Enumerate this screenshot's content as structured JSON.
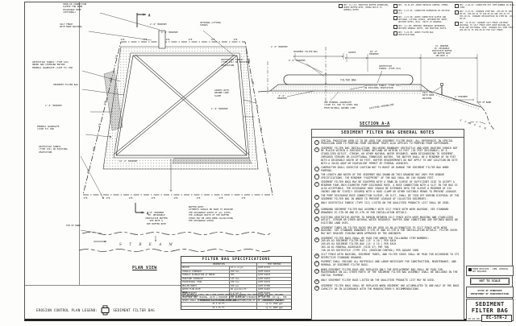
{
  "colors": {
    "line": "#3d3d3d",
    "text": "#1f1f1f",
    "paper": "#fdfdfc"
  },
  "revisions": {
    "col1": [
      "REV. 8-1-12: MODIFIED BUFFER DIMENSION, ADDED BUFFER NOTE, MINOR EDITS TO GENERAL NOTES."
    ],
    "col2": [
      "REV. 10-26-09: ADDED EROSION CONTROL SYMBOL.",
      "REV. 5-27-04: CORRECTED DIMENSION IN SECTION A-A.",
      "REV. 4-15-08: ADDED CONNECTION SLEEVE AND OPTIONAL LIFTING STRAPS, REFORMATTED SHEET, REVISED NOTES, MISC. EDITS TO DRAWING.",
      "REV. 4-1-08: REMOVED TEMPORARY REFERENCE, REVISED GENERAL NOTES, AND DRAFTING EDITS.",
      "REV. 5-24-05: ADDED FILTER BAG SPECIFICATIONS."
    ],
    "col3": [
      "REV. 2-28-01: CORRECTED PAY ITEM NUMBER IN PLAN VIEW.",
      "REV. 9-27-01: CHANGED ITEM NOS. 209-08 TO 209-08.03, 209-08.10 TO 209-08.04 AND 303-01 TO 303-10.01. CHANGED DESCRIPTION IN ITEM NO. 209-08.03.",
      "REV. 12-18-02: CHANGED SILT FENCE (WITHOUT BACKING) TO SILT FENCE WITH WIRE BACKING IN PLAN AND SECTIONAL VIEW. CHANGED PAY ITEM FROM 209-08.01 TO 209-08.02 FOR SILT FENCE."
    ]
  },
  "plan": {
    "title": "PLAN VIEW",
    "fence_label": "SFB",
    "stream_label": "S T R E A M",
    "labels": {
      "sewn_sleeve": "SEWN-IN CONNECTION\nSLEEVE FOR PUMP\nDISCHARGE HOSE\n(OPTIONAL)",
      "silt_fence": "SILT FENCE\nWITH WIRE BACKING",
      "geotextile_pad": "GEOTEXTILE FABRIC (TYPE III)\nUNDER AND COVERING ENTIRE\nMINERAL AGGREGATE (SIZE 57) PAD",
      "sediment_filter_bag": "SEDIMENT FILTER BAG",
      "dim_2ft_left": "2'-0\" MINIMUM",
      "mineral_aggregate": "MINERAL AGGREGATE\n(SIZE 57) PAD",
      "geotextile_vegetation": "GEOTEXTILE FABRIC\n(TYPE III) OR EXISTING\nVEGETATION",
      "optional_straps": "OPTIONAL LIFTING\nSTRAPS",
      "dim_2ft_top": "2'-0\" MINIMUM",
      "dim_6in_top": "0'-6\" MINIMUM",
      "varies_slope": "VARIES WITH\nGROUND LINE\nSLOPE",
      "dim_2ft_right": "2'-0\" MINIMUM",
      "dim_10ft": "10'-0\" MINIMUM",
      "buffer_dim": "15' MINIMUM\n30' DESIRABLE\nVEGETATIVE BUFFER\nSEE NOTE ②\nSEE BUFFER NOTE",
      "buffer_note": "BUFFER NOTE:\nATTEMPTS SHOULD BE MADE TO PROVIDE\nTHE DESIRABLE WIDTH AT ALL SITES.\nTHE AVERAGE WIDTH OF THE BUFFER\nSTRIP MAY BE USED WHEN CALCULATING\nTHE DESIRABLE WIDTH.",
      "top_of_bank": "TOP OF BANK",
      "section_marker": "A"
    }
  },
  "section": {
    "title": "SECTION A-A",
    "bag_label": "FILTER BAG",
    "stream_label": "S T R E A M",
    "labels": {
      "dim_2ft_left": "2'-0\" MINIMUM",
      "bag_dim": "SEDIMENT FILTER BAG",
      "dim_6in_top": "0'-6\" MINIMUM",
      "geotextile_vegetation_left": "GEOTEXTILE FABRIC\n(TYPE III) OR EXISTING\nVEGETATION",
      "dim_6in_low": "0'-6\"\nMINIMUM",
      "varies": "VARIES",
      "dim_10ft": "10'-0\"\nMINIMUM",
      "buffer_dim": "15' MINIMUM\n30' DESIRABLE\nVEGETATIVE BUFFER\nSEE BUFFER NOTE\nSEE NOTE ②",
      "geotextile_fabric": "GEOTEXTILE\nFABRIC (TYPE III)",
      "geotextile_vegetation_right": "GEOTEXTILE FABRIC (TYPE III)\nOR EXISTING VEGETATION",
      "silt_fence": "SILT FENCE\nWITH WIRE\nBACKING",
      "dim_2ft_right": "2' MINIMUM",
      "top_of_bank": "TOP OF BANK",
      "use_aggregate": "USE MINERAL AGGREGATE\n(SIZE 57) PAD TO LEVEL BAG\nFROM NATURAL GROUND LINE",
      "existing_groundline": "EXISTING GROUNDLINE"
    }
  },
  "general_notes": {
    "title": "SEDIMENT FILTER BAG GENERAL NOTES",
    "notes": [
      {
        "num": "1",
        "text": "SPECIAL PROVISION 209B IS TO BE USED FOR SEDIMENT FILTER BAGS. ALL REFERENCES IN SPECIAL PROVISION 209B TO PUMPING FROM SEDIMENT TRAPS ALSO APPLIES TO PUMPING FROM COFFERDAMS."
      },
      {
        "num": "2",
        "text": "SEDIMENT FILTER BAG INSTALLATION, INCLUDING BOUNDARY GEOTEXTILE AND WIRE BACKING SHOULD NOT BE PLACED WITHIN A JURISDICTIONAL WETLAND OR WITHIN 15 FEET (30 FEET DESIRABLE) OF A STABILIZED OUTLET, STREAM, OR OTHER NATURAL WATER RESOURCE. WHEN DISCHARGING TO SEDIMENT-IMPAIRED STREAMS OR EXCEPTIONAL TENNESSEE WATERS, THE BUFFER SHALL BE A MINIMUM OF 30 FEET WITH A DESIRABLE WIDTH OF 60 FEET. BUFFER REQUIREMENTS DO NOT APPLY TO ANY LOCATION ON SITE WITH A VALID ARAP OR EQUIVALENT PERMIT BY FEDERAL AGENCIES."
      },
      {
        "num": "3",
        "text": "CONTRACTOR SHALL EXERCISE CAUTION NOT TO BURST OR DAMAGE THE SEDIMENT FILTER BAG WHEN PUMPING."
      },
      {
        "num": "4",
        "text": "THE LENGTH AND WIDTH OF THE SEDIMENT BAG SHOWN ON THIS DRAWING MAY VARY PER VENDOR SPECIFICATIONS. THE MINIMUM \"FOOTPRINT\" OF THE BAG SHALL BE 150 SQUARE FEET."
      },
      {
        "num": "5",
        "text": "SEDIMENT FILTER BAGS MAY BE EQUIPPED WITH A SEWN-IN SLEEVE OF SUFFICIENT SIZE TO ACCEPT A MINIMUM FOUR-INCH DIAMETER PUMP DISCHARGE HOSE. A HOSE CONNECTION WITH A SLIT IN THE BAG IS ALSO ACCEPTABLE. THE DISCHARGE HOSE SHOULD BE EXTENDED INTO THE SLEEVE A MINIMUM OF SIX INCHES AND BE TIGHTLY SECURED WITH A HOSE CLAMP OR OTHER SUITABLE MEANS TO PREVENT LEAKAGE."
      },
      {
        "num": "6",
        "text": "THE PUMP DISCHARGE HOSE CONNECTION SLEEVE, OR SLIT, SHALL BE TIED OFF DURING DISPOSAL OF THE SEDIMENT FILTER BAG IN ORDER TO PREVENT LEAKAGE OF COLLECTED SEDIMENTS."
      },
      {
        "num": "7",
        "text": "ONLY GEOTEXTILE FABRIC (TYPE III) LISTED ON THE QUALIFIED PRODUCTS LIST SHALL BE USED."
      },
      {
        "num": "8",
        "text": "SURROUND SEDIMENT FILTER BAG ASSEMBLY WITH SILT FENCE WITH WIRE BACKING. SEE STANDARD DRAWINGS EC-STR-3B AND EC-STR-3E FOR INSTALLATION DETAILS."
      },
      {
        "num": "9",
        "text": "EXISTING VEGETATIVE BUFFER TO REMAIN BETWEEN SILT FENCE WITH WIRE BACKING AND STABILIZED OUTLET, STREAM OR OTHER NATURAL WATER RESOURCE. BUFFER ZONE CONDITIONS ARE DEFINED BASED ON EXISTING LAND USES."
      },
      {
        "num": "10",
        "text": "SEDIMENT TUBES OR FILTER SOCKS MAY BE USED AS AN ALTERNATIVE TO SILT FENCE WITH WIRE BACKING. SEE STANDARD DRAWINGS E-STR-3T AND EC-STR-8 FOR INSTALLATION DETAILS. FILTER SOCKS MAY NOT REQUIRE STAKING WHEN APPROVED BY THE ENGINEER."
      },
      {
        "num": "11",
        "text": "SEDIMENT FILTER BAGS SHALL BE PAID FOR UNDER THE FOLLOWING ITEM NUMBERS:\n209-09.03   SEDIMENT FILTER BAG (15' X 10') PER EACH\n209-09.04   SEDIMENT FILTER BAG (15' X 15') PER EACH\n303-10.01   MINERAL AGGREGATE (SIZE 57) PER TON\n740-10.03   GEOTEXTILE (TYPE III) (EROSION CONTROL) PER SQUARE YARD"
      },
      {
        "num": "12",
        "text": "SILT FENCE WITH BACKING, SEDIMENT TUBES, AND FILTER SOCKS SHALL BE PAID FOR ACCORDING TO ITS RESPECTIVE STANDARD DRAWING."
      },
      {
        "num": "13",
        "text": "PAYMENT SHALL INCLUDE ALL MATERIALS AND LABOR NECESSARY FOR CONSTRUCTION, MAINTENANCE, AND REMOVAL OF SEDIMENT FILTER BAGS."
      },
      {
        "num": "14",
        "text": "WHEN SEDIMENT FILTER BAGS ARE REPLACED ONLY THE REPLACEMENT BAG SHALL BE PAID FOR. MAINTENANCE ON ALL OTHER PARTS OF THE SEDIMENT FILTER BAG ASSEMBLY SHALL BE INCLUDED IN THE INITIAL PAYMENT."
      },
      {
        "num": "15",
        "text": "ONLY SEDIMENT FILTER BAGS LISTED ON THE QUALIFIED PRODUCTS LIST MAY BE USED."
      },
      {
        "num": "16",
        "text": "SEDIMENT FILTER BAGS SHALL BE REPLACED WHEN SEDIMENT HAS ACCUMULATED TO ONE-HALF OF THE BAGS CAPACITY OR IN ACCORDANCE WITH THE MANUFACTURER'S RECOMMENDATIONS."
      }
    ]
  },
  "spec_table": {
    "title": "FILTER BAG SPECIFICATIONS",
    "col_properties": "PROPERTIES",
    "col_test_method": "TEST METHOD",
    "rows": [
      {
        "property": "WEIGHT",
        "value": "10.5 oz/yd.",
        "method": "ASTM D3776"
      },
      {
        "property": "TENSILE STRENGTH",
        "value": "250 lbs.",
        "method": "ASTM D4632"
      },
      {
        "property": "TENSILE ELONGATION AT BREAK",
        "value": "50%",
        "method": "ASTM D4632"
      },
      {
        "property": "PUNCTURE STRENGTH",
        "value": "135 lbs.",
        "method": "ASTM D4833"
      },
      {
        "property": "TRAPEZOIDAL TEAR",
        "value": "100 lbs.",
        "method": "ASTM D4533"
      },
      {
        "property": "MULLEN BURST",
        "value": "350 psi",
        "method": "ASTM D3786"
      },
      {
        "property": "WATER FLOW RATE",
        "value": "80 gal/min/ft²",
        "method": "ASTM D4491"
      },
      {
        "property": "PERMITTIVITY",
        "value": "1.2 sec-1",
        "method": "ASTM D4491"
      },
      {
        "property": "UV RESISTANCE",
        "value": "70% @ 500 hrs.",
        "method": "ASTM D4355"
      }
    ],
    "dims_header_left": "STANDARD BAG MINIMUM DIMENSIONS",
    "dims_header_right": "MAXIMUM FLOW RATE",
    "dims_rows": [
      {
        "dimension": "15 X 10 FT.",
        "flow": "up to 1500 gpm"
      },
      {
        "dimension": "15 X 15 FT.",
        "flow": "up to 2000 gpm"
      }
    ],
    "note": "NOTE:\nTHE MATERIAL SHALL BE A NON-WOVEN GEOTEXTILE FABRIC BAG RESISTANT TO ROT, MILDEW, PUNCTURE AND TEARING, WITH A MINIMUM SEAM BREAKING STRENGTH OF 200 LBS (90 kg). THE SEAMS SHALL DEMONSTRATE LESS ELONGATION AND DEFORMATION OF THE GEOTEXTILE FABRIC."
  },
  "legend": {
    "prefix": "EROSION CONTROL PLAN LEGEND:",
    "item": "SEDIMENT FILTER BAG"
  },
  "title_block": {
    "minor_revision_note": "MINOR REVISION - CHMN. APPROVAL NOT REQUIRED.",
    "scale": "NOT TO SCALE",
    "agency_line1": "STATE OF TENNESSEE",
    "agency_line2": "DEPARTMENT OF TRANSPORTATION",
    "drawing_title_line1": "SEDIMENT",
    "drawing_title_line2": "FILTER BAG",
    "date": "10-26-00",
    "drawing_number": "EC-STR-2"
  }
}
